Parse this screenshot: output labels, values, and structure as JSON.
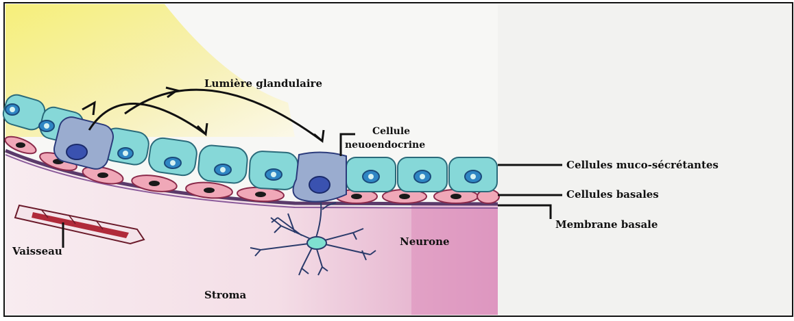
{
  "labels": {
    "lumiere": "Lumière glandulaire",
    "cellule_line1": "Cellule",
    "cellule_line2": "neuoendocrine",
    "muco": "Cellules muco-sécrétantes",
    "basales": "Cellules basales",
    "membrane": "Membrane basale",
    "neurone": "Neurone",
    "vaisseau": "Vaisseau",
    "stroma": "Stroma"
  },
  "colors": {
    "lumen_yellow": "#f3ec74",
    "columnar_cell": "#86d8d8",
    "nucleus_blue": "#2f86c4",
    "neuroendocrine_cell": "#9aaccf",
    "neuroendocrine_nucleus": "#3a52b0",
    "basal_cell": "#f0a8b8",
    "basal_nucleus": "#1a1a1a",
    "basement_membrane": "#5a3a6a",
    "stroma_pink": "#f4d2e2",
    "vessel_red": "#b02a3a",
    "neuron": "#2a3a6a",
    "leader_line": "#111111"
  }
}
